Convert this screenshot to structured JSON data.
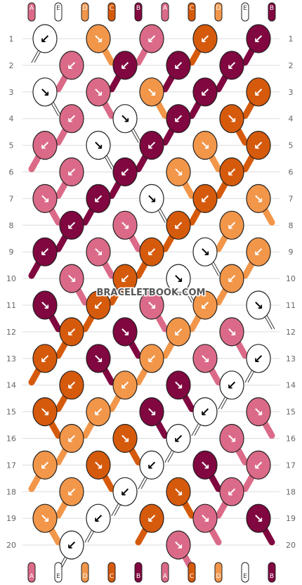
{
  "colors": {
    "A": "#db6a88",
    "B": "#80073f",
    "C": "#d55a0c",
    "D": "#f2964a",
    "E": "#ffffff"
  },
  "strings_top": [
    "A",
    "E",
    "D",
    "C",
    "B",
    "A",
    "C",
    "D",
    "E",
    "B"
  ],
  "strings_bottom": [
    "A",
    "E",
    "D",
    "C",
    "B",
    "A",
    "C",
    "D",
    "E",
    "B"
  ],
  "row_numbers": [
    "1",
    "2",
    "3",
    "4",
    "5",
    "6",
    "7",
    "8",
    "9",
    "10",
    "11",
    "12",
    "13",
    "14",
    "15",
    "16",
    "17",
    "18",
    "19",
    "20"
  ],
  "watermark": "BRACELETBOOK.COM",
  "knots": [
    [
      {
        "color": "E",
        "dir": "↙"
      },
      {
        "color": "D",
        "dir": "↘"
      },
      {
        "color": "A",
        "dir": "↙"
      },
      {
        "color": "C",
        "dir": "↙"
      },
      {
        "color": "B",
        "dir": "↙"
      }
    ],
    [
      {
        "color": "A",
        "dir": "↙"
      },
      {
        "color": "B",
        "dir": "↙"
      },
      {
        "color": "B",
        "dir": "↙"
      },
      {
        "color": "B",
        "dir": "↙"
      }
    ],
    [
      {
        "color": "E",
        "dir": "↘"
      },
      {
        "color": "A",
        "dir": "↘"
      },
      {
        "color": "D",
        "dir": "↘"
      },
      {
        "color": "B",
        "dir": "↙"
      },
      {
        "color": "C",
        "dir": "↙"
      }
    ],
    [
      {
        "color": "A",
        "dir": "↙"
      },
      {
        "color": "E",
        "dir": "↘"
      },
      {
        "color": "B",
        "dir": "↙"
      },
      {
        "color": "C",
        "dir": "↘"
      }
    ],
    [
      {
        "color": "A",
        "dir": "↙"
      },
      {
        "color": "E",
        "dir": "↘"
      },
      {
        "color": "B",
        "dir": "↙"
      },
      {
        "color": "D",
        "dir": "↘"
      },
      {
        "color": "C",
        "dir": "↙"
      }
    ],
    [
      {
        "color": "A",
        "dir": "↙"
      },
      {
        "color": "B",
        "dir": "↙"
      },
      {
        "color": "D",
        "dir": "↘"
      },
      {
        "color": "C",
        "dir": "↙"
      }
    ],
    [
      {
        "color": "A",
        "dir": "↘"
      },
      {
        "color": "B",
        "dir": "↙"
      },
      {
        "color": "E",
        "dir": "↘"
      },
      {
        "color": "C",
        "dir": "↙"
      },
      {
        "color": "D",
        "dir": "↘"
      }
    ],
    [
      {
        "color": "B",
        "dir": "↙"
      },
      {
        "color": "A",
        "dir": "↘"
      },
      {
        "color": "C",
        "dir": "↙"
      },
      {
        "color": "D",
        "dir": "↙"
      }
    ],
    [
      {
        "color": "B",
        "dir": "↙"
      },
      {
        "color": "A",
        "dir": "↘"
      },
      {
        "color": "C",
        "dir": "↙"
      },
      {
        "color": "E",
        "dir": "↘"
      },
      {
        "color": "D",
        "dir": "↙"
      }
    ],
    [
      {
        "color": "A",
        "dir": "↘"
      },
      {
        "color": "C",
        "dir": "↙"
      },
      {
        "color": "E",
        "dir": "↘"
      },
      {
        "color": "D",
        "dir": "↙"
      }
    ],
    [
      {
        "color": "B",
        "dir": "↘"
      },
      {
        "color": "C",
        "dir": "↙"
      },
      {
        "color": "A",
        "dir": "↘"
      },
      {
        "color": "D",
        "dir": "↙"
      },
      {
        "color": "E",
        "dir": "↘"
      }
    ],
    [
      {
        "color": "C",
        "dir": "↙"
      },
      {
        "color": "B",
        "dir": "↘"
      },
      {
        "color": "D",
        "dir": "↙"
      },
      {
        "color": "A",
        "dir": "↘"
      }
    ],
    [
      {
        "color": "C",
        "dir": "↙"
      },
      {
        "color": "B",
        "dir": "↘"
      },
      {
        "color": "D",
        "dir": "↙"
      },
      {
        "color": "A",
        "dir": "↘"
      },
      {
        "color": "E",
        "dir": "↙"
      }
    ],
    [
      {
        "color": "C",
        "dir": "↙"
      },
      {
        "color": "D",
        "dir": "↙"
      },
      {
        "color": "B",
        "dir": "↘"
      },
      {
        "color": "E",
        "dir": "↙"
      }
    ],
    [
      {
        "color": "C",
        "dir": "↘"
      },
      {
        "color": "D",
        "dir": "↙"
      },
      {
        "color": "B",
        "dir": "↘"
      },
      {
        "color": "E",
        "dir": "↙"
      },
      {
        "color": "A",
        "dir": "↘"
      }
    ],
    [
      {
        "color": "D",
        "dir": "↙"
      },
      {
        "color": "C",
        "dir": "↘"
      },
      {
        "color": "E",
        "dir": "↙"
      },
      {
        "color": "A",
        "dir": "↘"
      }
    ],
    [
      {
        "color": "D",
        "dir": "↙"
      },
      {
        "color": "C",
        "dir": "↘"
      },
      {
        "color": "E",
        "dir": "↙"
      },
      {
        "color": "B",
        "dir": "↘"
      },
      {
        "color": "A",
        "dir": "↙"
      }
    ],
    [
      {
        "color": "D",
        "dir": "↙"
      },
      {
        "color": "E",
        "dir": "↙"
      },
      {
        "color": "C",
        "dir": "↘"
      },
      {
        "color": "A",
        "dir": "↙"
      }
    ],
    [
      {
        "color": "D",
        "dir": "↘"
      },
      {
        "color": "E",
        "dir": "↙"
      },
      {
        "color": "C",
        "dir": "↙"
      },
      {
        "color": "A",
        "dir": "↘"
      },
      {
        "color": "B",
        "dir": "↘"
      }
    ],
    [
      {
        "color": "E",
        "dir": "↙"
      },
      {
        "color": "A",
        "dir": "↘"
      }
    ]
  ],
  "knots_row20_positions": [
    1,
    5
  ]
}
